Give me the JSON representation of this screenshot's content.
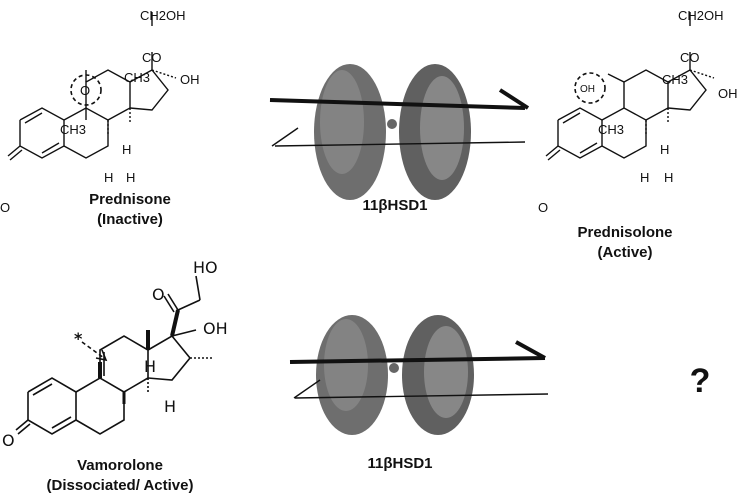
{
  "labels": {
    "prednisone_name": "Prednisone",
    "prednisone_state": "(Inactive)",
    "enzyme_top": "11βHSD1",
    "prednisolone_name": "Prednisolone",
    "prednisolone_state": "(Active)",
    "vamorolone_name": "Vamorolone",
    "vamorolone_state": "(Dissociated/ Active)",
    "enzyme_bottom": "11βHSD1",
    "unknown_product": "?"
  },
  "atoms": {
    "ch2oh": "CH2OH",
    "co": "CO",
    "oh": "OH",
    "ch3": "CH3",
    "h": "H",
    "o": "O",
    "ho": "HO",
    "ketone_o": "O",
    "hydroxyl_oh": "OH",
    "asterisk": "*"
  }
}
